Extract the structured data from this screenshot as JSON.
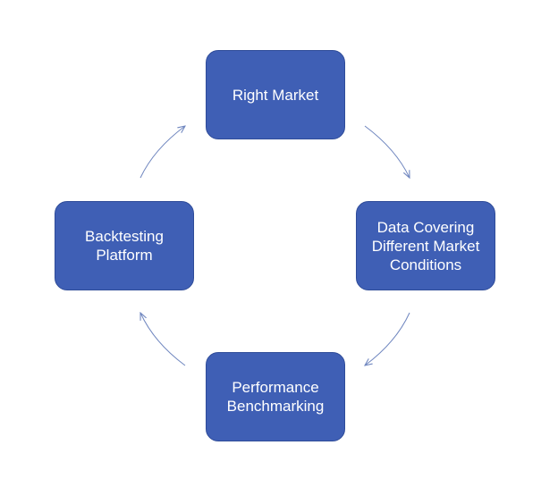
{
  "diagram": {
    "nodes": [
      {
        "id": "top",
        "label": "Right Market"
      },
      {
        "id": "right",
        "label": "Data Covering\nDifferent Market\nConditions"
      },
      {
        "id": "bottom",
        "label": "Performance\nBenchmarking"
      },
      {
        "id": "left",
        "label": "Backtesting\nPlatform"
      }
    ],
    "colors": {
      "node_fill": "#3f5fb5",
      "node_border": "#2f4c99",
      "node_text": "#ffffff",
      "arrow": "#6f86bf"
    }
  }
}
